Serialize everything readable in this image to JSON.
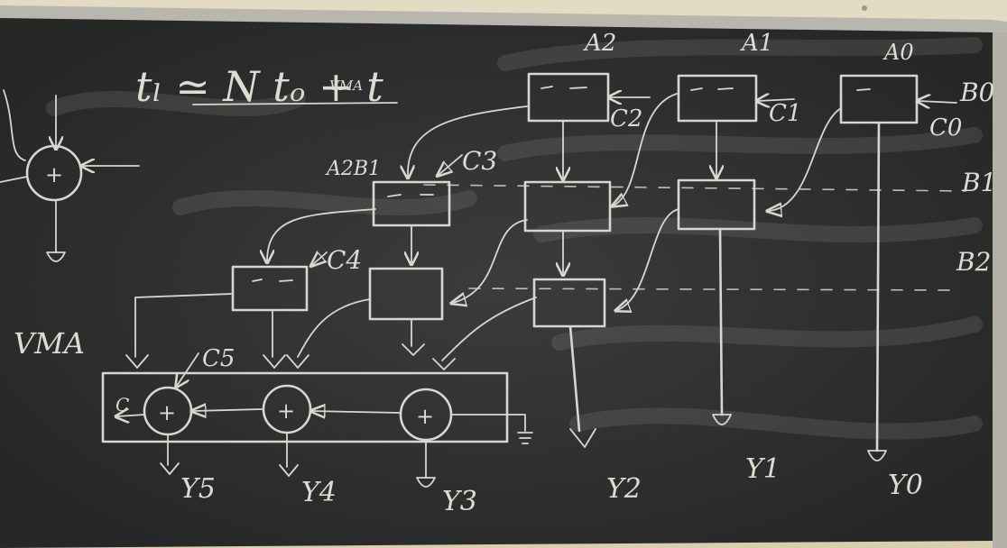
{
  "formula": "tₗ ≃ N tₒ + t",
  "formula_sub": "VMA",
  "vma_label": "VMA",
  "plus": "+",
  "inputs": {
    "a2": "A2",
    "a1": "A1",
    "a0": "A0",
    "b0": "B0",
    "b1": "B1",
    "b2": "B2",
    "a2b1": "A2B1"
  },
  "carries": {
    "c2": "C2",
    "c1_top": "C1",
    "c0": "C0",
    "c3": "C3",
    "c4": "C4",
    "c5": "C5",
    "c_left": "C"
  },
  "outputs": {
    "y0": "Y0",
    "y1": "Y1",
    "y2": "Y2",
    "y3": "Y3",
    "y4": "Y4",
    "y5": "Y5"
  },
  "colors": {
    "board": "#2a2b2b",
    "chalk": "#dedbd3",
    "wall": "#d9cfae",
    "frame": "#b9b6ae"
  }
}
